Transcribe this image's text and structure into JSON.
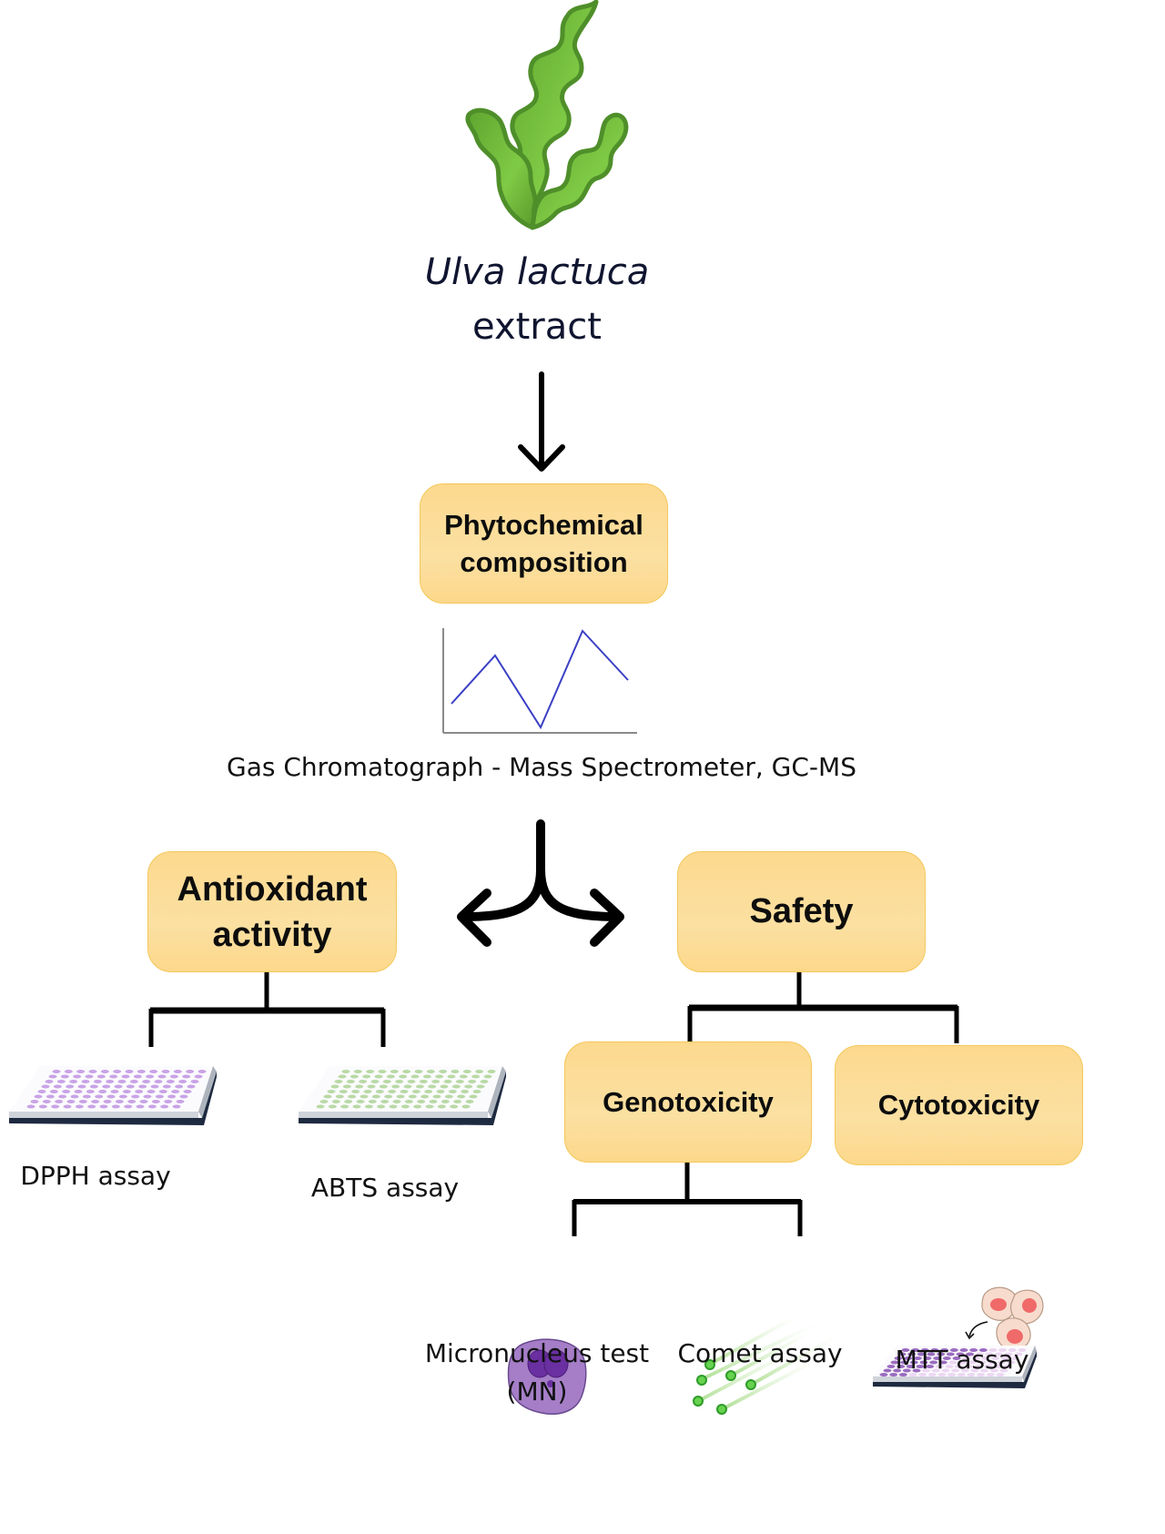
{
  "source": {
    "species": "Ulva lactuca",
    "suffix": "extract",
    "icon": "seaweed-icon"
  },
  "phytochemical": {
    "line1": "Phytochemical",
    "line2": "composition",
    "method_label": "Gas Chromatograph - Mass Spectrometer, GC-MS",
    "chart_icon": "line-chart-icon"
  },
  "antioxidant": {
    "line1": "Antioxidant",
    "line2": "activity",
    "assays": [
      {
        "label": "DPPH assay",
        "icon": "well-plate-icon",
        "well_color": "#c9a3e6"
      },
      {
        "label": "ABTS assay",
        "icon": "well-plate-icon",
        "well_color": "#b9d9a6"
      }
    ]
  },
  "safety": {
    "label": "Safety",
    "branches": [
      {
        "label": "Genotoxicity",
        "assays": [
          {
            "line1": "Micronucleus test",
            "line2": "(MN)",
            "icon": "micronucleus-cell-icon"
          },
          {
            "label": "Comet assay",
            "icon": "comet-icon"
          }
        ]
      },
      {
        "label": "Cytotoxicity",
        "assays": [
          {
            "label": "MTT assay",
            "icon": "cells-to-plate-icon"
          }
        ]
      }
    ]
  },
  "colors": {
    "box_fill": "#fcd98e",
    "box_border": "#f3c85a",
    "connector": "#000000",
    "seaweed": "#6fbf3c",
    "chart_line": "#3a3fc4",
    "cell_purple": "#a57ec7",
    "nucleus_purple": "#6a2fa0",
    "comet_green": "#5cd14a"
  }
}
